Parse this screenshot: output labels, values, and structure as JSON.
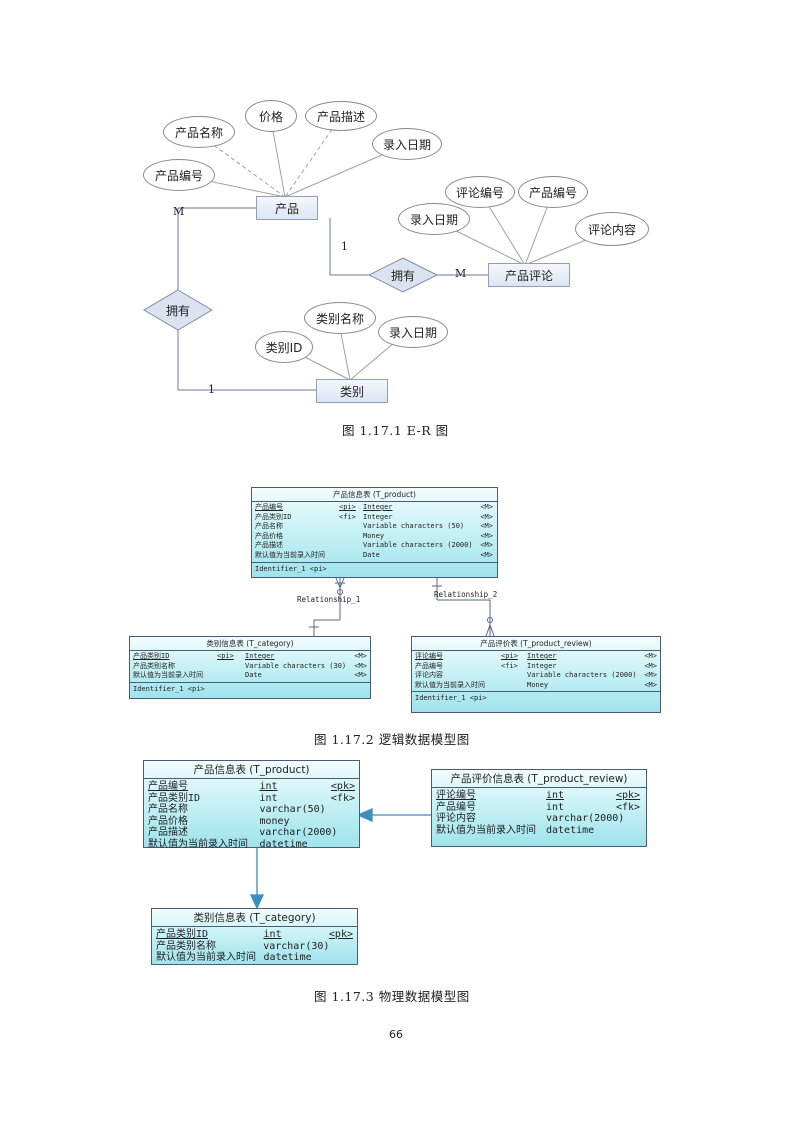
{
  "er": {
    "entities": {
      "product": "产品",
      "review": "产品评论",
      "category": "类别"
    },
    "product_attrs": [
      "产品名称",
      "价格",
      "产品描述",
      "录入日期",
      "产品编号"
    ],
    "review_attrs": [
      "评论编号",
      "产品编号",
      "录入日期",
      "评论内容"
    ],
    "category_attrs": [
      "类别名称",
      "录入日期",
      "类别ID"
    ],
    "rel_product_review": "拥有",
    "rel_product_category": "拥有",
    "cardinalities": {
      "product_to_review": "1",
      "review_side": "M",
      "product_side": "M",
      "category_side": "1"
    },
    "caption": "图 1.17.1  E-R 图"
  },
  "logical": {
    "product": {
      "title": "产品信息表 (T_product)",
      "rows": [
        {
          "name": "产品编号",
          "key": "<pi>",
          "type": "Integer",
          "flag": "<M>",
          "underline": true
        },
        {
          "name": "产品类别ID",
          "key": "<fi>",
          "type": "Integer",
          "flag": "<M>",
          "underline": false
        },
        {
          "name": "产品名称",
          "key": "",
          "type": "Variable characters (50)",
          "flag": "<M>",
          "underline": false
        },
        {
          "name": "产品价格",
          "key": "",
          "type": "Money",
          "flag": "<M>",
          "underline": false
        },
        {
          "name": "产品描述",
          "key": "",
          "type": "Variable characters (2000)",
          "flag": "<M>",
          "underline": false
        },
        {
          "name": "默认值为当前录入时间",
          "key": "",
          "type": "Date",
          "flag": "<M>",
          "underline": false
        }
      ],
      "identifier": "Identifier_1  <pi>"
    },
    "category": {
      "title": "类别信息表 (T_category)",
      "rows": [
        {
          "name": "产品类别ID",
          "key": "<pi>",
          "type": "Integer",
          "flag": "<M>",
          "underline": true
        },
        {
          "name": "产品类别名称",
          "key": "",
          "type": "Variable characters (30)",
          "flag": "<M>",
          "underline": false
        },
        {
          "name": "默认值为当前录入时间",
          "key": "",
          "type": "Date",
          "flag": "<M>",
          "underline": false
        }
      ],
      "identifier": "Identifier_1  <pi>"
    },
    "review": {
      "title": "产品评价表 (T_product_review)",
      "rows": [
        {
          "name": "评论编号",
          "key": "<pi>",
          "type": "Integer",
          "flag": "<M>",
          "underline": true
        },
        {
          "name": "产品编号",
          "key": "<fi>",
          "type": "Integer",
          "flag": "<M>",
          "underline": false
        },
        {
          "name": "评论内容",
          "key": "",
          "type": "Variable characters (2000)",
          "flag": "<M>",
          "underline": false
        },
        {
          "name": "默认值为当前录入时间",
          "key": "",
          "type": "Money",
          "flag": "<M>",
          "underline": false
        }
      ],
      "identifier": "Identifier_1  <pi>"
    },
    "relationship_1": "Relationship_1",
    "relationship_2": "Relationship_2",
    "caption": "图 1.17.2  逻辑数据模型图"
  },
  "physical": {
    "product": {
      "title": "产品信息表 (T_product)",
      "rows": [
        {
          "name": "产品编号",
          "type": "int",
          "key": "<pk>",
          "underline": true
        },
        {
          "name": "产品类别ID",
          "type": "int",
          "key": "<fk>",
          "underline": false
        },
        {
          "name": "产品名称",
          "type": "varchar(50)",
          "key": "",
          "underline": false
        },
        {
          "name": "产品价格",
          "type": "money",
          "key": "",
          "underline": false
        },
        {
          "name": "产品描述",
          "type": "varchar(2000)",
          "key": "",
          "underline": false
        },
        {
          "name": "默认值为当前录入时间",
          "type": "datetime",
          "key": "",
          "underline": false
        }
      ]
    },
    "review": {
      "title": "产品评价信息表 (T_product_review)",
      "rows": [
        {
          "name": "评论编号",
          "type": "int",
          "key": "<pk>",
          "underline": true
        },
        {
          "name": "产品编号",
          "type": "int",
          "key": "<fk>",
          "underline": false
        },
        {
          "name": "评论内容",
          "type": "varchar(2000)",
          "key": "",
          "underline": false
        },
        {
          "name": "默认值为当前录入时间",
          "type": "datetime",
          "key": "",
          "underline": false
        }
      ]
    },
    "category": {
      "title": "类别信息表 (T_category)",
      "rows": [
        {
          "name": "产品类别ID",
          "type": "int",
          "key": "<pk>",
          "underline": true
        },
        {
          "name": "产品类别名称",
          "type": "varchar(30)",
          "key": "",
          "underline": false
        },
        {
          "name": "默认值为当前录入时间",
          "type": "datetime",
          "key": "",
          "underline": false
        }
      ]
    },
    "caption": "图 1.17.3  物理数据模型图"
  },
  "page_number": "66",
  "colors": {
    "table_border": "#4a5a7a",
    "table_fill_top": "#f4fdfd",
    "table_fill_bottom": "#9fe3ec",
    "arrow": "#3a8fbf",
    "diamond_fill": "#dbe3f0",
    "entity_border": "#8f9fbd"
  }
}
